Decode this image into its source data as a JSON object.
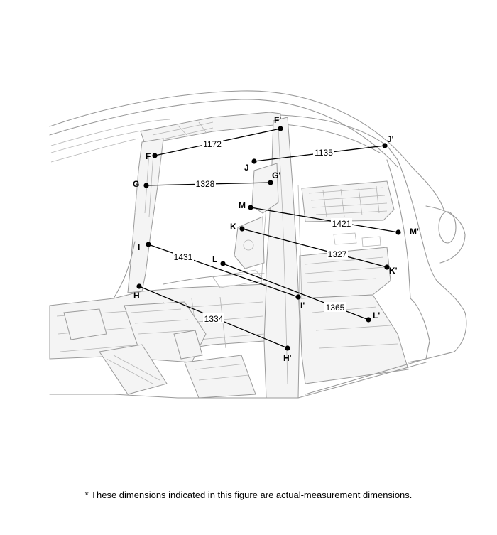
{
  "points": [
    {
      "id": "F",
      "label": "F"
    },
    {
      "id": "F'",
      "label": "F'"
    },
    {
      "id": "J",
      "label": "J"
    },
    {
      "id": "J'",
      "label": "J'"
    },
    {
      "id": "G",
      "label": "G"
    },
    {
      "id": "G'",
      "label": "G'"
    },
    {
      "id": "M",
      "label": "M"
    },
    {
      "id": "M'",
      "label": "M'"
    },
    {
      "id": "K",
      "label": "K"
    },
    {
      "id": "K'",
      "label": "K'"
    },
    {
      "id": "I",
      "label": "I"
    },
    {
      "id": "I'",
      "label": "I'"
    },
    {
      "id": "L",
      "label": "L"
    },
    {
      "id": "L'",
      "label": "L'"
    },
    {
      "id": "H",
      "label": "H"
    },
    {
      "id": "H'",
      "label": "H'"
    }
  ],
  "measurements": [
    {
      "from": "F",
      "to": "F'",
      "value": "1172"
    },
    {
      "from": "J",
      "to": "J'",
      "value": "1135"
    },
    {
      "from": "G",
      "to": "G'",
      "value": "1328"
    },
    {
      "from": "M",
      "to": "M'",
      "value": "1421"
    },
    {
      "from": "K",
      "to": "K'",
      "value": "1327"
    },
    {
      "from": "I",
      "to": "I'",
      "value": "1431"
    },
    {
      "from": "L",
      "to": "L'",
      "value": "1365"
    },
    {
      "from": "H",
      "to": "H'",
      "value": "1334"
    }
  ],
  "footnote": "*  These dimensions indicated in this figure are actual-measurement dimensions."
}
